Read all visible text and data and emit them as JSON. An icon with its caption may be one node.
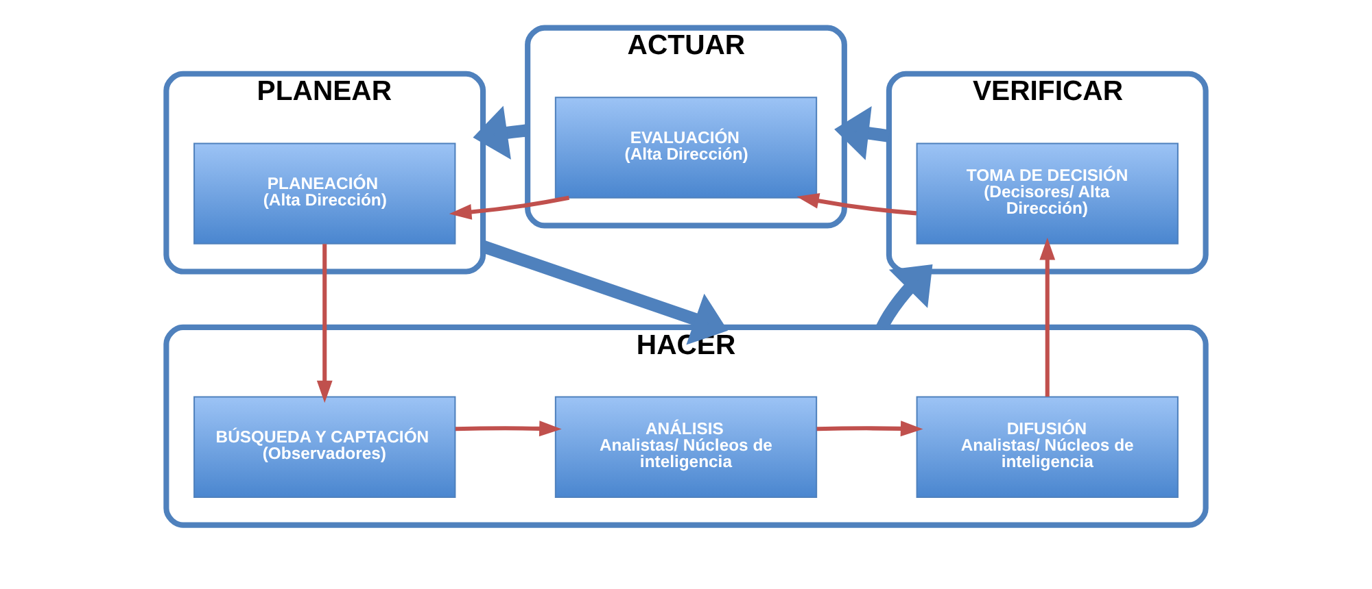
{
  "diagram": {
    "nodes": [
      {
        "text": [
          "PLANEAR"
        ]
      },
      {
        "text": [
          "PLANEACIÓN",
          "(Alta Dirección)"
        ],
        "in": 0
      },
      {
        "text": [
          "ACTUAR"
        ]
      },
      {
        "text": [
          "EVALUACIÓN",
          "(Alta Dirección)"
        ],
        "in": 2
      },
      {
        "text": [
          "VERIFICAR"
        ]
      },
      {
        "text": [
          "TOMA DE DECISIÓN",
          "(Decisores/ Alta Dirección)"
        ],
        "in": 4
      },
      {
        "text": [
          "HACER"
        ]
      },
      {
        "text": [
          "BÚSQUEDA Y CAPTACIÓN",
          "(Observadores)"
        ],
        "in": 6
      },
      {
        "text": [
          "ANÁLISIS",
          "Analistas/ Núcleos de inteligencia"
        ],
        "in": 6
      },
      {
        "text": [
          "DIFUSIÓN",
          "Analistas/ Núcleos de inteligencia"
        ],
        "in": 6
      }
    ],
    "edges": [
      {
        "from": 3,
        "to": 1,
        "arrow": "to"
      },
      {
        "from": 5,
        "to": 3,
        "arrow": "to"
      },
      {
        "from": 1,
        "to": 7,
        "arrow": "to"
      },
      {
        "from": 7,
        "to": 8,
        "arrow": "to"
      },
      {
        "from": 8,
        "to": 9,
        "arrow": "to"
      },
      {
        "from": 9,
        "to": 5,
        "arrow": "to"
      },
      {
        "from": 2,
        "to": 0,
        "arrow": "to",
        "style": "thick",
        "color": "#4f81bd"
      },
      {
        "from": 4,
        "to": 2,
        "arrow": "to",
        "style": "thick",
        "color": "#4f81bd"
      },
      {
        "from": 0,
        "to": 6,
        "arrow": "to",
        "style": "thick",
        "color": "#4f81bd"
      },
      {
        "from": 6,
        "to": 4,
        "arrow": "to",
        "style": "thick",
        "color": "#4f81bd"
      }
    ]
  }
}
